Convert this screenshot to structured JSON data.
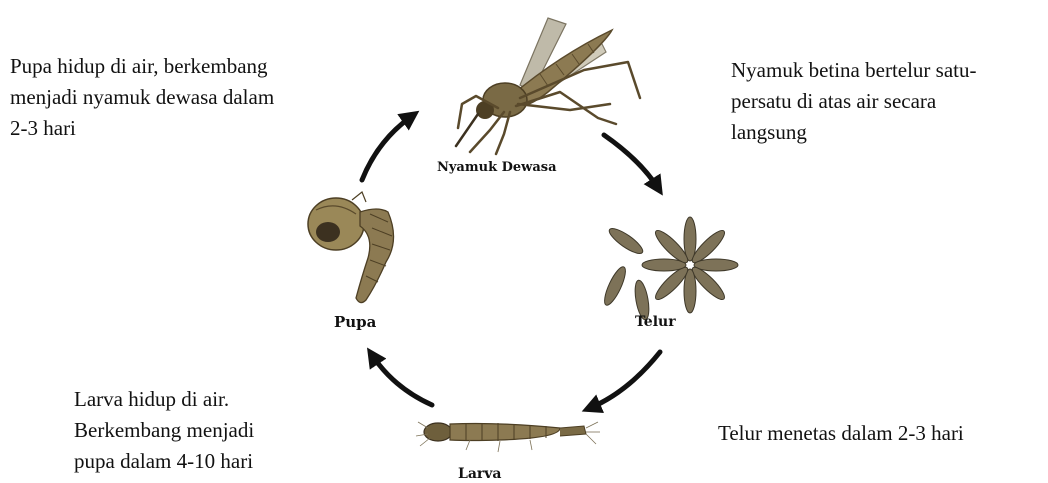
{
  "descriptions": {
    "pupa": [
      "Pupa hidup di air, berkembang",
      "menjadi nyamuk dewasa dalam",
      "2-3 hari"
    ],
    "adult": [
      "Nyamuk betina bertelur satu-",
      "persatu di atas air secara",
      "langsung"
    ],
    "larva": [
      "Larva hidup di air.",
      "Berkembang menjadi",
      "pupa dalam 4-10 hari"
    ],
    "egg": [
      "Telur menetas dalam 2-3 hari"
    ]
  },
  "stages": {
    "adult": "Nyamuk Dewasa",
    "egg": "Telur",
    "larva": "Larva",
    "pupa": "Pupa"
  },
  "colors": {
    "text": "#111111",
    "arrow": "#111111",
    "body": "#8c7a52",
    "body_dark": "#5a4a2c",
    "wing": "#b9b3a0",
    "egg": "#7d7258"
  }
}
